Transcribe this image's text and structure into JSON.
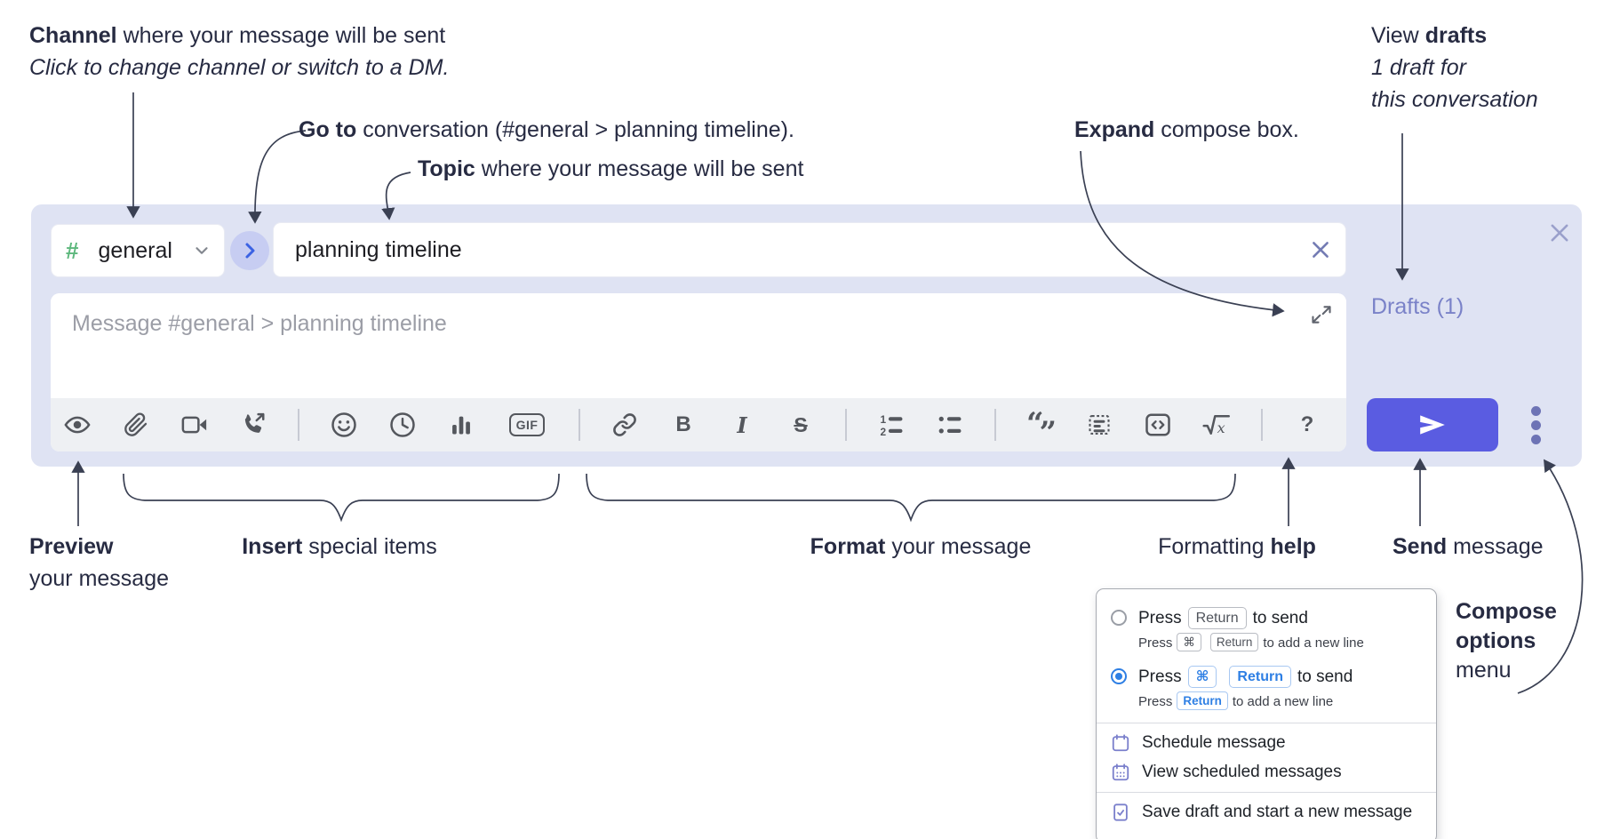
{
  "colors": {
    "container_bg": "#dfe3f3",
    "channel_green": "#5eb87d",
    "goto_circle_bg": "#c7cdf2",
    "goto_arrow_blue": "#3b62e3",
    "send_button_blue": "#5a5ce1",
    "drafts_link_purple": "#7a82c8",
    "menu_accent_blue": "#2e7fe4",
    "menu_icon_purple": "#7b80cc",
    "annotation_text": "#272b42"
  },
  "annotations": {
    "channel": {
      "bold": "Channel",
      "rest": " where your message will be sent",
      "sub": "Click to change channel or switch to a DM."
    },
    "goto": {
      "bold": "Go to",
      "rest": " conversation (#general > planning timeline)."
    },
    "topic": {
      "bold": "Topic",
      "rest": " where your message will be sent"
    },
    "expand": {
      "bold": "Expand",
      "rest": " compose box."
    },
    "view_drafts": {
      "pre": "View ",
      "bold": "drafts",
      "line2": "1 draft for",
      "line3": "this conversation"
    },
    "preview": {
      "bold": "Preview",
      "line2": "your message"
    },
    "insert": {
      "bold": "Insert",
      "rest": " special items"
    },
    "format": {
      "bold": "Format",
      "rest": " your message"
    },
    "help": {
      "pre": "Formatting ",
      "bold": "help"
    },
    "send": {
      "bold": "Send",
      "rest": " message"
    },
    "compose_options": {
      "line1": "Compose",
      "line2": "options",
      "line3": "menu"
    }
  },
  "composer": {
    "channel_hash": "#",
    "channel_name": "general",
    "topic_value": "planning timeline",
    "message_placeholder": "Message #general > planning timeline",
    "drafts_label": "Drafts (1)"
  },
  "toolbar": {
    "bold_label": "B",
    "italic_label": "I",
    "strike_label": "S",
    "gif_label": "GIF",
    "quote_open": "“",
    "quote_close": "”",
    "ol_1": "1",
    "ol_2": "2",
    "sqrt_x": "x",
    "help_label": "?",
    "icons": [
      "preview-eye",
      "attach-paperclip",
      "video",
      "audio-call",
      "emoji",
      "clock",
      "bars",
      "gif",
      "link",
      "bold",
      "italic",
      "strikethrough",
      "ordered-list",
      "bullet-list",
      "blockquote",
      "snippet",
      "code",
      "formula",
      "formatting-help"
    ]
  },
  "menu": {
    "options": [
      {
        "selected": false,
        "main": {
          "pre": "Press",
          "keys": [
            "Return"
          ],
          "post": "to send"
        },
        "sub": {
          "pre": "Press",
          "keys": [
            "⌘",
            "Return"
          ],
          "post": "to add a new line"
        }
      },
      {
        "selected": true,
        "main": {
          "pre": "Press",
          "keys": [
            "⌘",
            "Return"
          ],
          "post": "to send"
        },
        "sub": {
          "pre": "Press",
          "keys": [
            "Return"
          ],
          "post": "to add a new line"
        }
      }
    ],
    "items": [
      {
        "icon": "calendar",
        "label": "Schedule message"
      },
      {
        "icon": "calendar-grid",
        "label": "View scheduled messages"
      },
      {
        "icon": "draft-check",
        "label": "Save draft and start a new message"
      }
    ]
  }
}
